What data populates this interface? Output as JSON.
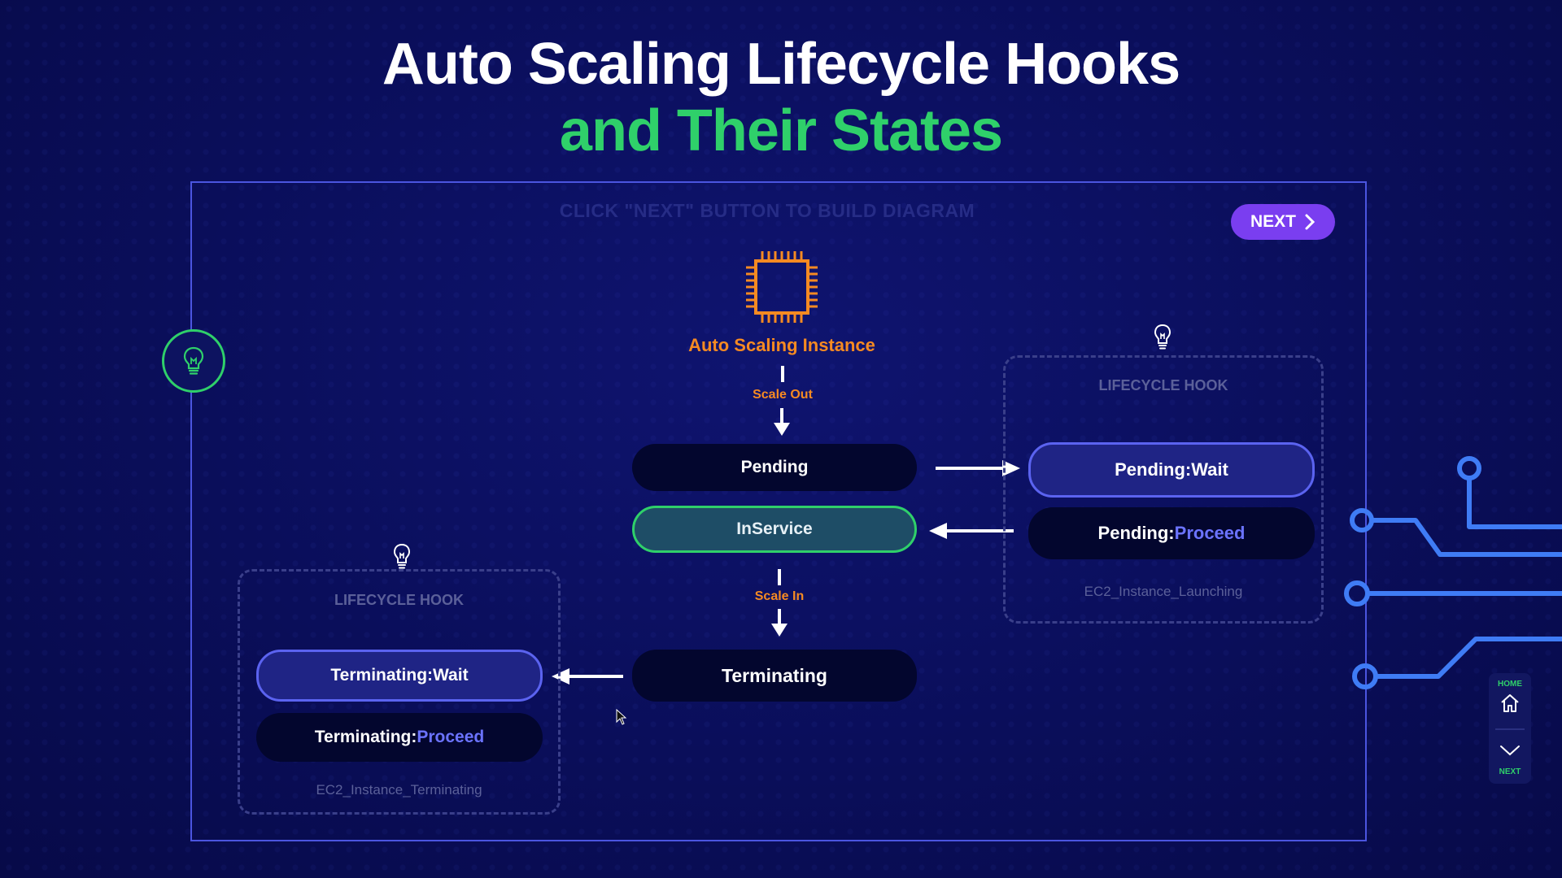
{
  "title": {
    "line1": "Auto Scaling Lifecycle Hooks",
    "line2": "and Their States"
  },
  "hint": "CLICK \"NEXT\" BUTTON TO BUILD DIAGRAM",
  "next_button": {
    "label": "NEXT"
  },
  "instance": {
    "label": "Auto Scaling Instance"
  },
  "scale_out": "Scale Out",
  "scale_in": "Scale In",
  "states": {
    "pending": "Pending",
    "inservice": "InService",
    "terminating": "Terminating"
  },
  "launch_hook": {
    "title": "LIFECYCLE HOOK",
    "wait": "Pending:Wait",
    "proceed_prefix": "Pending:",
    "proceed_accent": "Proceed",
    "event": "EC2_Instance_Launching"
  },
  "terminate_hook": {
    "title": "LIFECYCLE HOOK",
    "wait": "Terminating:Wait",
    "proceed_prefix": "Terminating:",
    "proceed_accent": "Proceed",
    "event": "EC2_Instance_Terminating"
  },
  "side_nav": {
    "home": "HOME",
    "next": "NEXT"
  },
  "colors": {
    "accent_green": "#2fd06a",
    "accent_orange": "#f58a22",
    "accent_purple": "#7a3ef0",
    "accent_blue": "#6b73ff"
  },
  "icons": [
    "lightbulb-icon",
    "chip-icon",
    "chevron-right-icon",
    "home-icon",
    "chevron-down-icon",
    "cursor-icon"
  ]
}
